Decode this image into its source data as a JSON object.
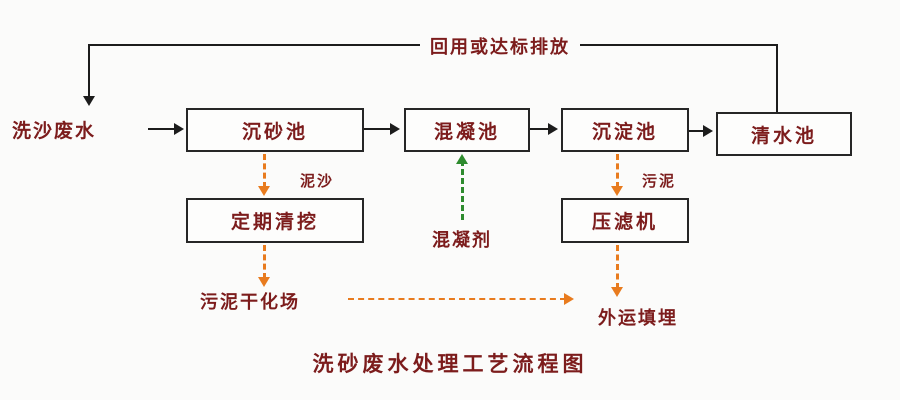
{
  "diagram": {
    "title": "洗砂废水处理工艺流程图",
    "return_label": "回用或达标排放",
    "input_label": "洗沙废水",
    "tanks": {
      "grit": "沉砂池",
      "coagulation": "混凝池",
      "sedimentation": "沉淀池",
      "clearwater": "清水池",
      "dredging": "定期清挖",
      "filterpress": "压滤机"
    },
    "flow_labels": {
      "sand": "泥沙",
      "sludge": "污泥",
      "coagulant": "混凝剂",
      "drying_field": "污泥干化场",
      "landfill": "外运填埋"
    },
    "colors": {
      "text": "#7c1c1c",
      "main_line": "#1c1c1c",
      "sludge_line": "#e87b1e",
      "coagulant_line": "#2e8b2e"
    }
  }
}
